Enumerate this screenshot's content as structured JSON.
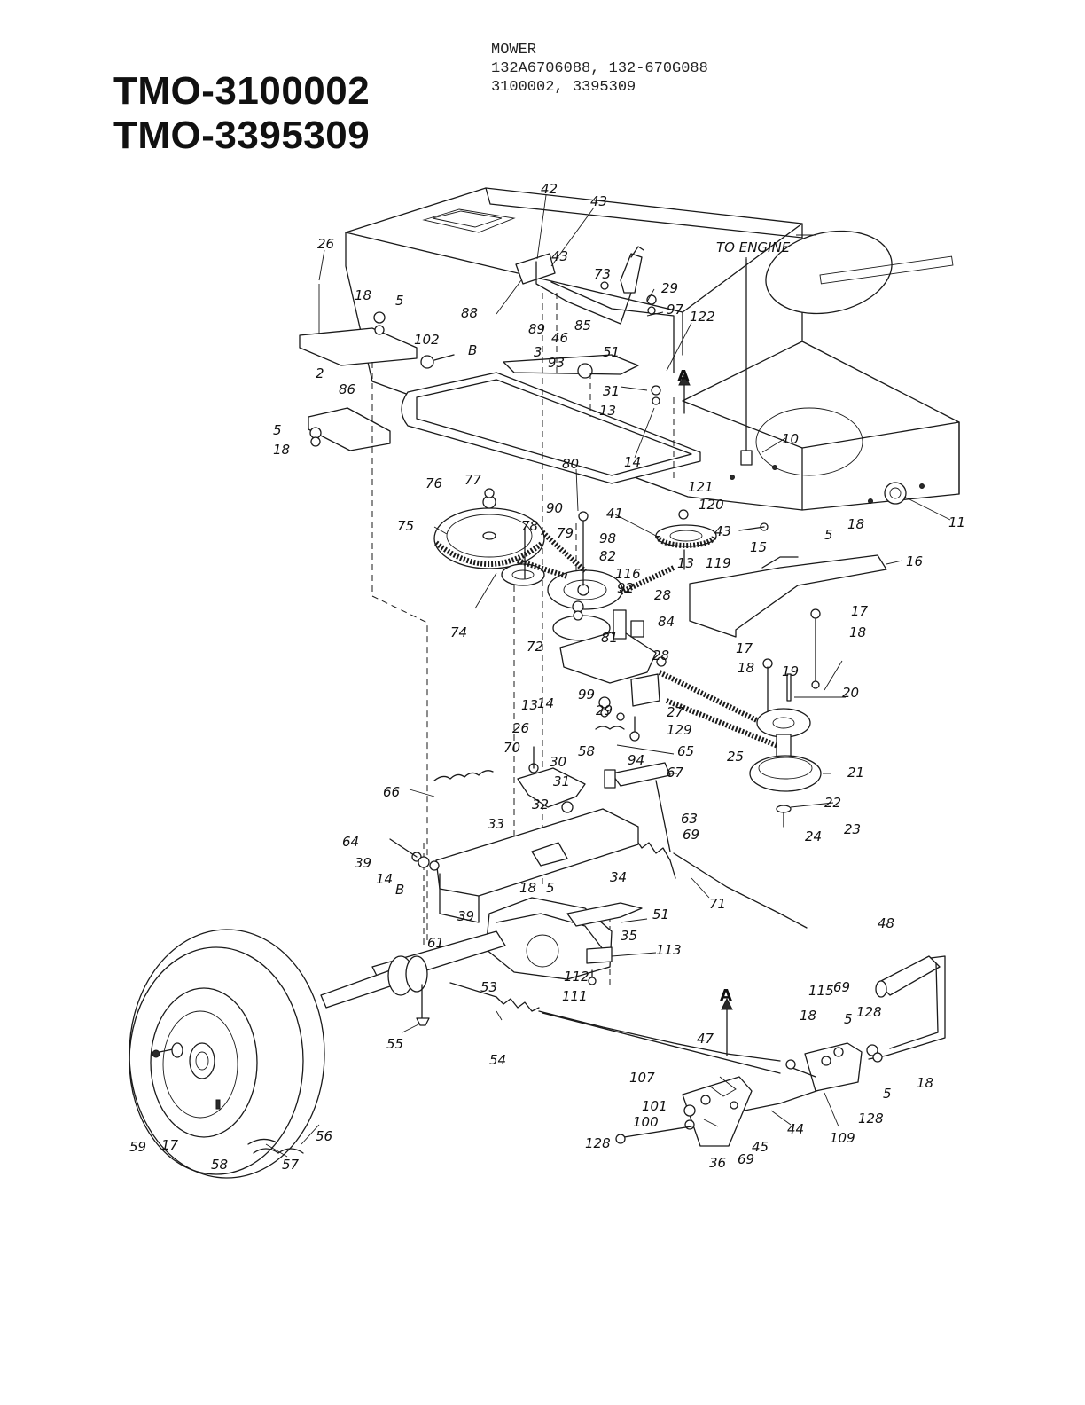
{
  "titles": [
    "TMO-3100002",
    "TMO-3395309"
  ],
  "header": {
    "line1": "MOWER",
    "line2": "132A6706088, 132-670G088",
    "line3": "3100002, 3395309"
  },
  "diagram": {
    "to_engine_note": "TO ENGINE",
    "section_markers": [
      "A",
      "A",
      "B",
      "B"
    ],
    "callouts": [
      "26",
      "18",
      "5",
      "102",
      "2",
      "86",
      "5",
      "18",
      "42",
      "43",
      "43",
      "73",
      "88",
      "89",
      "85",
      "46",
      "3",
      "93",
      "51",
      "29",
      "97",
      "122",
      "31",
      "13",
      "14",
      "10",
      "11",
      "80",
      "90",
      "98",
      "41",
      "121",
      "120",
      "43",
      "15",
      "5",
      "18",
      "13",
      "119",
      "16",
      "76",
      "77",
      "75",
      "78",
      "79",
      "82",
      "116",
      "92",
      "28",
      "74",
      "84",
      "72",
      "81",
      "17",
      "18",
      "17",
      "18",
      "19",
      "20",
      "99",
      "28",
      "14",
      "13",
      "29",
      "27",
      "129",
      "94",
      "25",
      "21",
      "22",
      "23",
      "24",
      "26",
      "70",
      "30",
      "58",
      "65",
      "31",
      "67",
      "66",
      "32",
      "63",
      "69",
      "33",
      "64",
      "39",
      "14",
      "34",
      "71",
      "18",
      "5",
      "39",
      "51",
      "35",
      "61",
      "113",
      "53",
      "112",
      "111",
      "55",
      "54",
      "47",
      "48",
      "115",
      "69",
      "18",
      "5",
      "128",
      "18",
      "107",
      "101",
      "100",
      "128",
      "36",
      "69",
      "45",
      "44",
      "109",
      "128",
      "5",
      "59",
      "17",
      "58",
      "57",
      "56"
    ]
  }
}
